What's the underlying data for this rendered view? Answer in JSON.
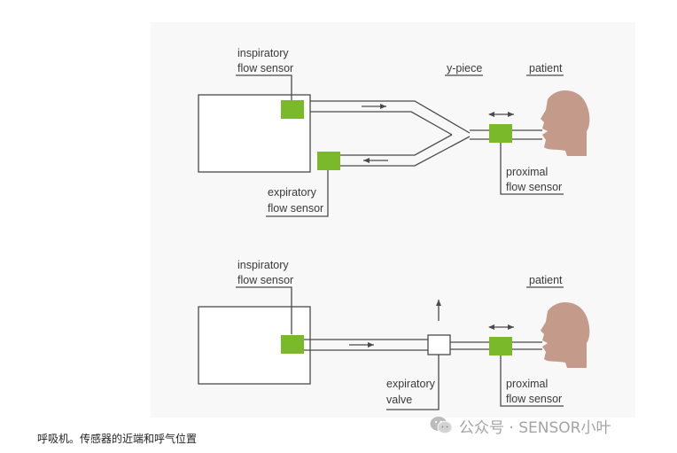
{
  "colors": {
    "sensor": "#7ab929",
    "patient": "#c49a8b",
    "line": "#4a4a4a",
    "panel": "#f8f8f8"
  },
  "top_diagram": {
    "inspiratory_label": [
      "inspiratory",
      "flow sensor"
    ],
    "expiratory_label": [
      "expiratory",
      "flow sensor"
    ],
    "ypiece_label": "y-piece",
    "patient_label": "patient",
    "proximal_label": [
      "proximal",
      "flow sensor"
    ]
  },
  "bottom_diagram": {
    "inspiratory_label": [
      "inspiratory",
      "flow sensor"
    ],
    "valve_label": [
      "expiratory",
      "valve"
    ],
    "patient_label": "patient",
    "proximal_label": [
      "proximal",
      "flow sensor"
    ]
  },
  "caption": "呼吸机。传感器的近端和呼气位置",
  "watermark": {
    "text": "公众号 · SENSOR小叶",
    "icon": "wechat-icon"
  }
}
